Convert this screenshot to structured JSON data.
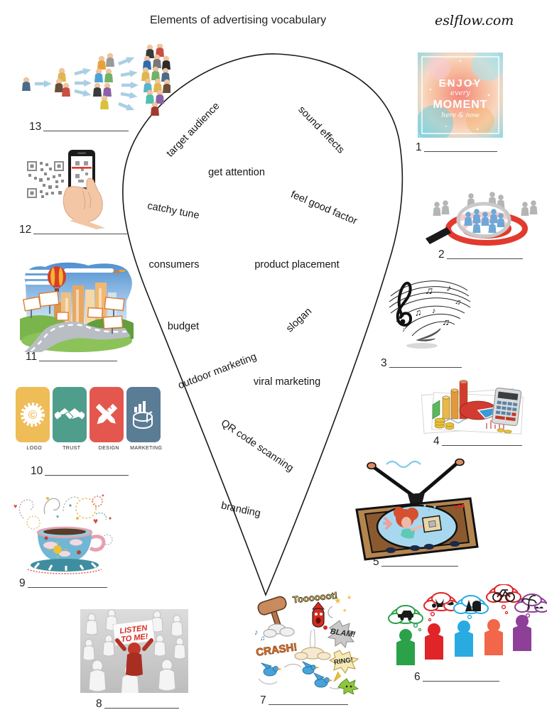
{
  "header": {
    "title": "Elements of  advertising vocabulary",
    "site": "eslflow.com"
  },
  "words": [
    "target audience",
    "sound effects",
    "get attention",
    "feel good factor",
    "catchy tune",
    "consumers",
    "product placement",
    "budget",
    "slogan",
    "outdoor marketing",
    "viral marketing",
    "QR code scanning",
    "branding"
  ],
  "answers": [
    "1",
    "2",
    "3",
    "4",
    "5",
    "6",
    "7",
    "8",
    "9",
    "10",
    "11",
    "12",
    "13"
  ],
  "images": {
    "poster": {
      "line1": "ENJOY",
      "line2": "every",
      "line3": "MOMENT",
      "line4": "here & now"
    },
    "tiles": [
      "LOGO",
      "TRUST",
      "DESIGN",
      "MARKETING"
    ],
    "sign": {
      "line1": "LISTEN",
      "line2": "TO ME!"
    },
    "comic": {
      "toot": "Toooooot!",
      "crash": "CRASH!",
      "blam": "BLAM!",
      "ring": "RING!"
    }
  },
  "colors": {
    "arrow_blue": "#a9cfe4",
    "target_red": "#e23a2e",
    "tile_yellow": "#eebd58",
    "tile_teal": "#4f9e8c",
    "tile_red": "#e4574e",
    "tile_slate": "#5b7c95"
  }
}
